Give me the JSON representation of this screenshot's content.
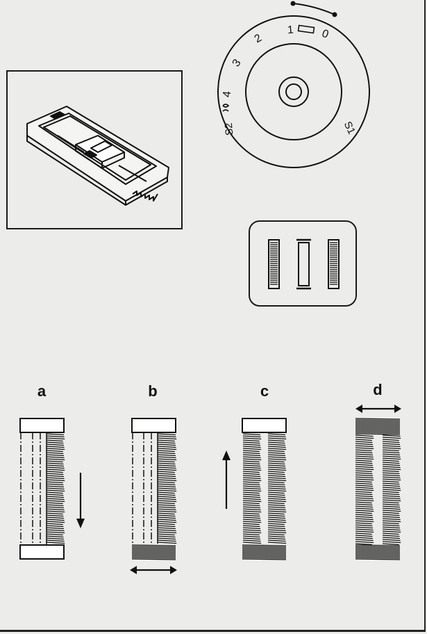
{
  "dial": {
    "marks": [
      "1",
      "0",
      "2",
      "3",
      "4",
      "S2",
      "S1"
    ]
  },
  "steps": [
    {
      "letter": "a"
    },
    {
      "letter": "b"
    },
    {
      "letter": "c"
    },
    {
      "letter": "d"
    }
  ]
}
